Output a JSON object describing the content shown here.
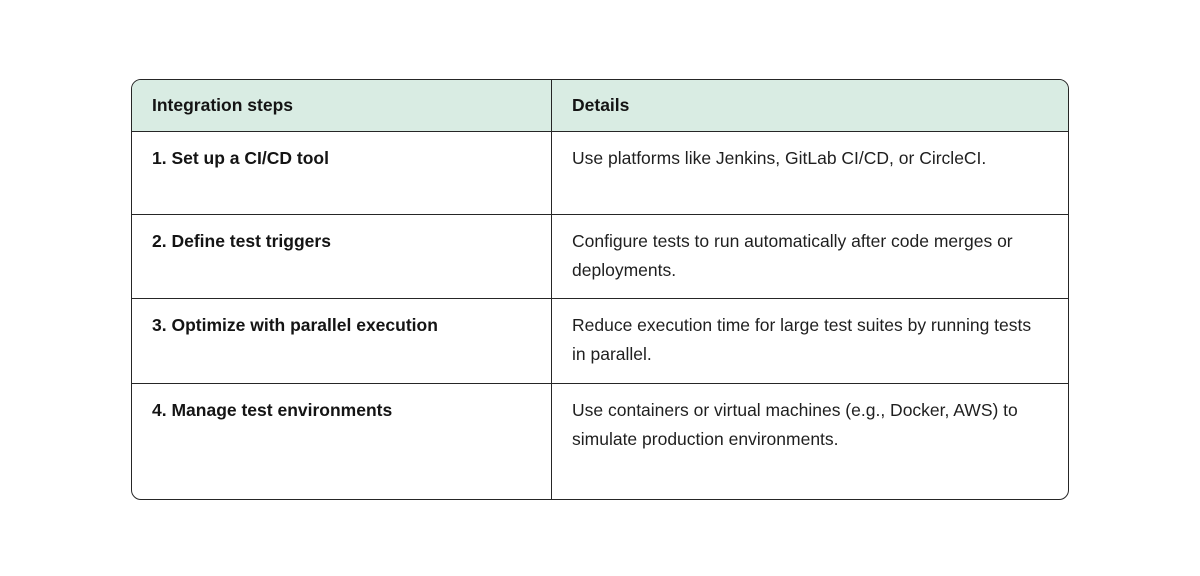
{
  "table": {
    "headers": {
      "steps": "Integration steps",
      "details": "Details"
    },
    "rows": [
      {
        "step": "1. Set up a CI/CD tool",
        "details": "Use platforms like Jenkins, GitLab CI/CD, or CircleCI."
      },
      {
        "step": "2. Define test triggers",
        "details": "Configure tests to run automatically after code merges or deployments."
      },
      {
        "step": "3. Optimize with parallel execution",
        "details": "Reduce execution time for large test suites by running tests in parallel."
      },
      {
        "step": "4. Manage test environments",
        "details": "Use containers or virtual machines (e.g., Docker, AWS) to simulate production environments."
      }
    ],
    "colors": {
      "header_bg": "#d9ece3",
      "border": "#262626",
      "text": "#1f1f1f",
      "page_bg": "#ffffff"
    }
  }
}
